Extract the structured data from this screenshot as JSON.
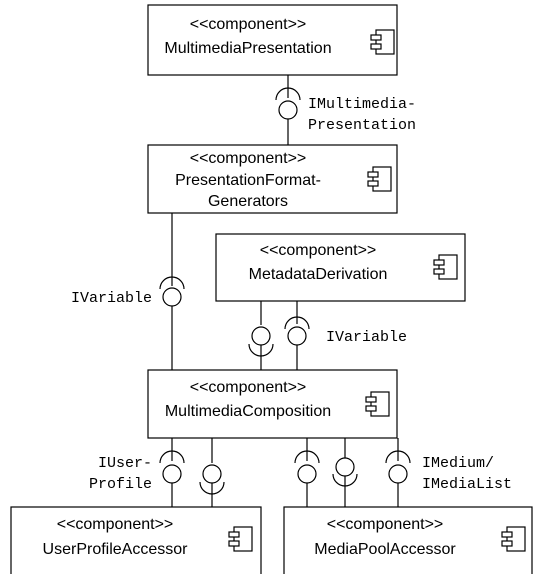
{
  "components": {
    "multimedia_presentation": {
      "stereotype": "<<component>>",
      "name_lines": [
        "MultimediaPresentation"
      ]
    },
    "presentation_format_generators": {
      "stereotype": "<<component>>",
      "name_lines": [
        "PresentationFormat-",
        "Generators"
      ]
    },
    "metadata_derivation": {
      "stereotype": "<<component>>",
      "name_lines": [
        "MetadataDerivation"
      ]
    },
    "multimedia_composition": {
      "stereotype": "<<component>>",
      "name_lines": [
        "MultimediaComposition"
      ]
    },
    "user_profile_accessor": {
      "stereotype": "<<component>>",
      "name_lines": [
        "UserProfileAccessor"
      ]
    },
    "media_pool_accessor": {
      "stereotype": "<<component>>",
      "name_lines": [
        "MediaPoolAccessor"
      ]
    }
  },
  "interfaces": {
    "imultimedia_presentation": [
      "IMultimedia-",
      "Presentation"
    ],
    "ivariable_left": [
      "IVariable"
    ],
    "ivariable_right": [
      "IVariable"
    ],
    "iuser_profile": [
      "IUser-",
      "Profile"
    ],
    "imedium_imedialist": [
      "IMedium/",
      "IMediaList"
    ]
  }
}
